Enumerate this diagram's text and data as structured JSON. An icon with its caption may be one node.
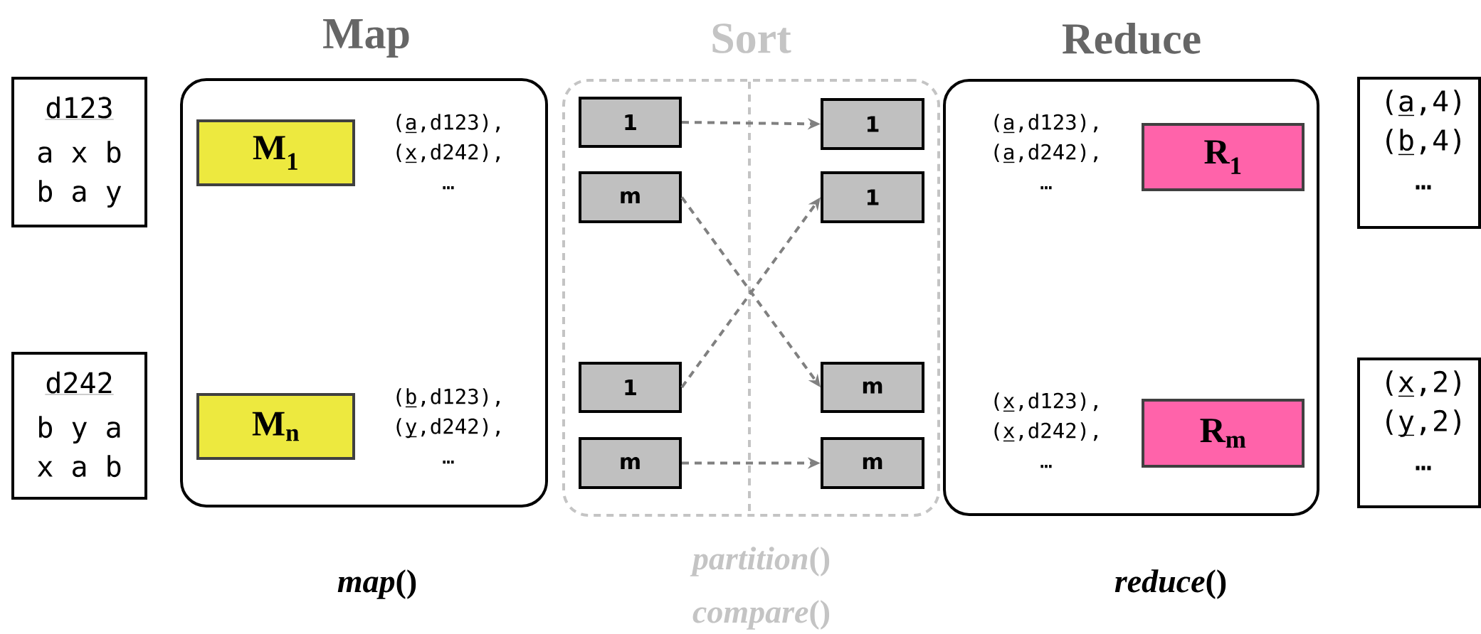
{
  "diagram": {
    "nodes": [
      {
        "text": [
          "d123",
          "a x b b a y"
        ]
      },
      {
        "text": [
          "d242",
          "b y a x a b"
        ]
      },
      {
        "text": [
          "Map",
          "(a,d123), (x,d242), …",
          "(b,d123), (y,d242), …"
        ],
        "beside": [
          "*map*()"
        ]
      },
      {
        "text": [
          "M$_{1}$"
        ],
        "in": 2
      },
      {
        "text": [
          "M$_{n}$"
        ],
        "in": 2
      },
      {
        "text": [
          "Sort"
        ],
        "beside": [
          "*partition*()",
          "*compare*()"
        ]
      },
      {
        "text": [
          "1"
        ],
        "in": 5
      },
      {
        "text": [
          "1"
        ],
        "in": 5
      },
      {
        "text": [
          "m"
        ],
        "in": 5
      },
      {
        "text": [
          "1"
        ],
        "in": 5
      },
      {
        "text": [
          "1"
        ],
        "in": 5
      },
      {
        "text": [
          "m"
        ],
        "in": 5
      },
      {
        "text": [
          "m"
        ],
        "in": 5
      },
      {
        "text": [
          "m"
        ],
        "in": 5
      },
      {
        "text": [
          "Reduce",
          "(a,d123), (a,d242), …",
          "(x,d123), (x,d242), …"
        ],
        "beside": [
          "*reduce*()"
        ]
      },
      {
        "text": [
          "R$_{1}$"
        ],
        "in": 14
      },
      {
        "text": [
          "R$_{m}$"
        ],
        "in": 14
      },
      {
        "text": [
          "(a,4) (b,4) …"
        ]
      },
      {
        "text": [
          "(x,2) (y,2) …"
        ]
      }
    ],
    "edges": [
      {
        "from": 6,
        "to": 7,
        "arrow": "to",
        "style": "dashed"
      },
      {
        "from": 8,
        "to": 11,
        "arrow": "to",
        "style": "dashed"
      },
      {
        "from": 10,
        "to": 9,
        "arrow": "to",
        "style": "dashed"
      },
      {
        "from": 12,
        "to": 13,
        "arrow": "to",
        "style": "dashed"
      }
    ]
  }
}
